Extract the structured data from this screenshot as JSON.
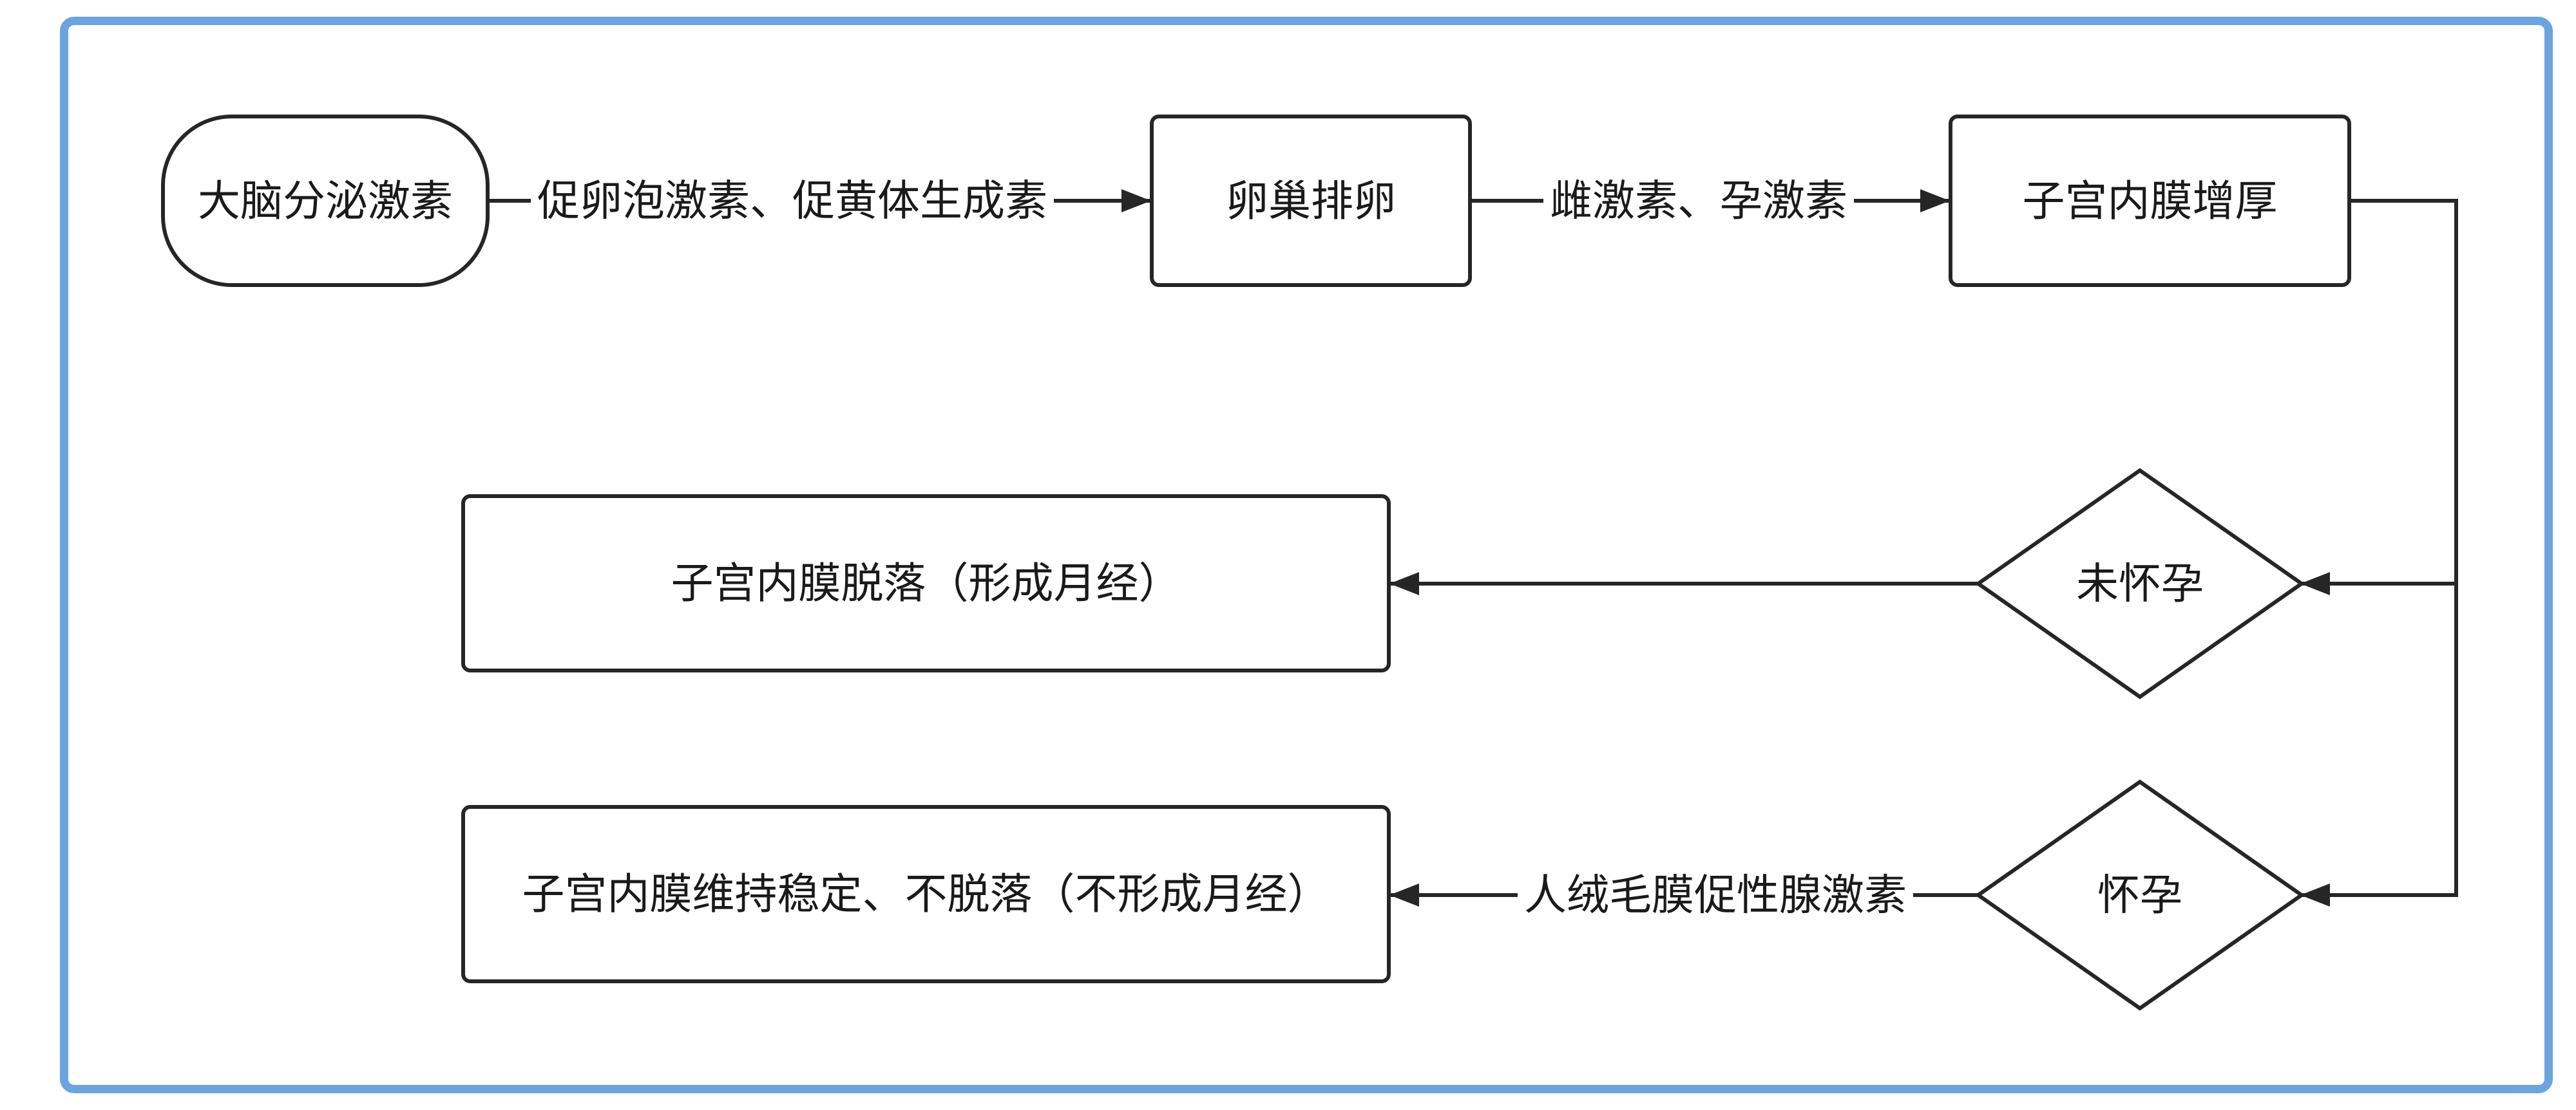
{
  "colors": {
    "frame_blue": "#6ca4e0",
    "line_color": "#262626",
    "text_color": "#1a1a1a"
  },
  "diagram": {
    "nodes": {
      "brain": {
        "label": "大脑分泌激素",
        "shape": "rounded"
      },
      "ovulation": {
        "label": "卵巢排卵",
        "shape": "rect"
      },
      "thicken": {
        "label": "子宫内膜增厚",
        "shape": "rect"
      },
      "shedding": {
        "label": "子宫内膜脱落（形成月经）",
        "shape": "rect"
      },
      "stable": {
        "label": "子宫内膜维持稳定、不脱落（不形成月经）",
        "shape": "rect"
      },
      "not_pregnant": {
        "label": "未怀孕",
        "shape": "diamond"
      },
      "pregnant": {
        "label": "怀孕",
        "shape": "diamond"
      }
    },
    "edges": {
      "fsh_lh": {
        "label": "促卵泡激素、促黄体生成素"
      },
      "estrogen_progesterone": {
        "label": "雌激素、孕激素"
      },
      "hcg": {
        "label": "人绒毛膜促性腺激素"
      }
    }
  }
}
